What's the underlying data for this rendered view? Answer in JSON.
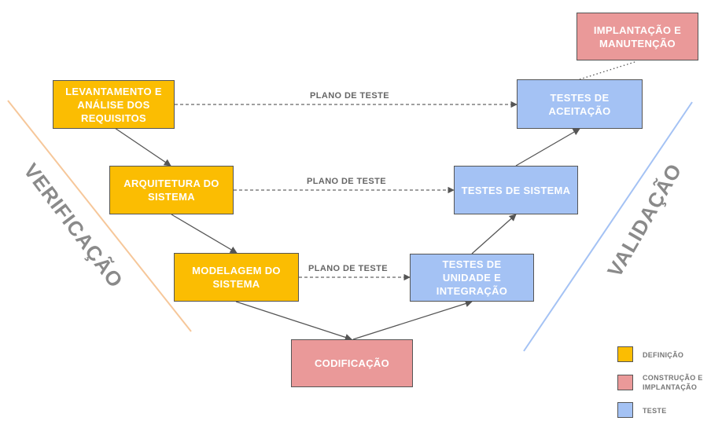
{
  "colors": {
    "definition": "#fbbd02",
    "construction": "#ea9999",
    "test": "#a4c2f4",
    "verification_line": "#f6c79a",
    "validation_line": "#a4c2f4",
    "arrow": "#555555"
  },
  "boxes": {
    "requirements": "LEVANTAMENTO E ANÁLISE DOS REQUISITOS",
    "architecture": "ARQUITETURA DO SISTEMA",
    "modeling": "MODELAGEM DO SISTEMA",
    "coding": "CODIFICAÇÃO",
    "unit_integration": "TESTES DE UNIDADE E INTEGRAÇÃO",
    "system_tests": "TESTES DE SISTEMA",
    "acceptance_tests": "TESTES DE ACEITAÇÃO",
    "deployment": "IMPLANTAÇÃO E MANUTENÇÃO"
  },
  "test_plan_labels": [
    "PLANO DE TESTE",
    "PLANO DE TESTE",
    "PLANO DE TESTE"
  ],
  "side_labels": {
    "verification": "VERIFICAÇÃO",
    "validation": "VALIDAÇÃO"
  },
  "legend": [
    {
      "label": "DEFINIÇÃO",
      "color": "#fbbd02"
    },
    {
      "label": "CONSTRUÇÃO E IMPLANTAÇÃO",
      "color": "#ea9999"
    },
    {
      "label": "TESTE",
      "color": "#a4c2f4"
    }
  ]
}
